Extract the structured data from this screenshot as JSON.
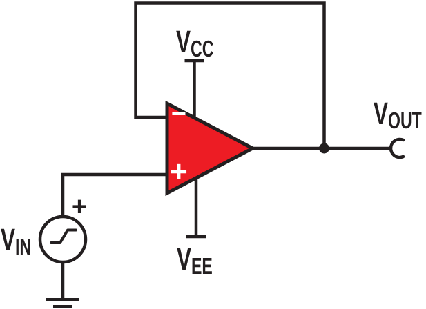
{
  "colors": {
    "wire": "#231F20",
    "op_amp_fill": "#ED1C24",
    "input_symbol": "#FFFFFF"
  },
  "op_amp": {
    "inverting_symbol": "−",
    "noninverting_symbol": "+"
  },
  "source": {
    "polarity": "+"
  },
  "labels": {
    "vin": {
      "main": "V",
      "sub": "IN"
    },
    "vcc": {
      "main": "V",
      "sub": "CC"
    },
    "vee": {
      "main": "V",
      "sub": "EE"
    },
    "vout": {
      "main": "V",
      "sub": "OUT"
    }
  }
}
